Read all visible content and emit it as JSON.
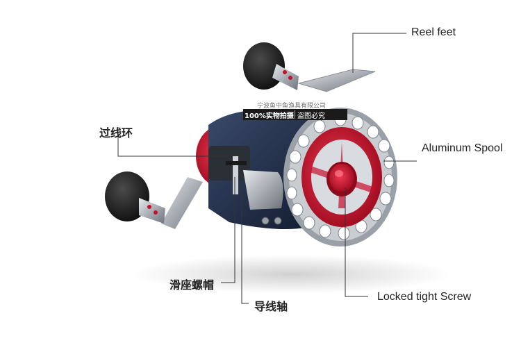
{
  "labels": {
    "reel_feet": "Reel feet",
    "aluminum_spool": "Aluminum Spool",
    "locked_screw": "Locked tight Screw",
    "line_guide_ring": "过线环",
    "slide_nut": "滑座螺帽",
    "guide_shaft": "导线轴"
  },
  "watermark": {
    "line1": "宁波鱼中鱼渔具有限公司",
    "left": "100%实物拍摄",
    "right": "盗图必究"
  },
  "colors": {
    "spool_red": "#c8102e",
    "metal_silver": "#b8bcc2",
    "knob_black": "#1c1c1c",
    "body_navy": "#1e2a44",
    "leader_line": "#333333"
  }
}
